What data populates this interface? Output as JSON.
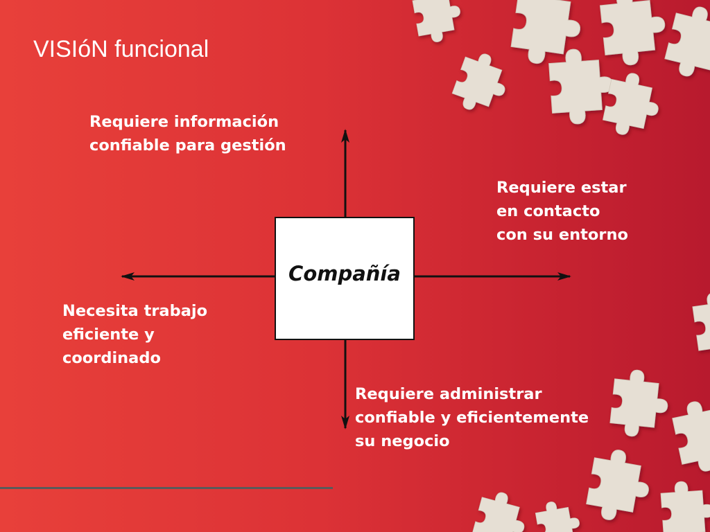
{
  "slide": {
    "title": "VISIóN funcional"
  },
  "diagram": {
    "center": "Compañía",
    "branches": {
      "up": {
        "lines": [
          "Requiere información",
          "confiable para gestión"
        ]
      },
      "right": {
        "lines": [
          "Requiere estar",
          "en contacto",
          "con su entorno"
        ]
      },
      "left": {
        "lines": [
          "Necesita trabajo",
          "eficiente y",
          "coordinado"
        ]
      },
      "down": {
        "lines": [
          "Requiere administrar",
          "confiable y eficientemente",
          "su negocio"
        ]
      }
    }
  },
  "colors": {
    "background_start": "#e8403a",
    "background_end": "#b81a2e",
    "puzzle_piece": "#e6dfd4",
    "text": "#ffffff",
    "arrow": "#111111"
  }
}
